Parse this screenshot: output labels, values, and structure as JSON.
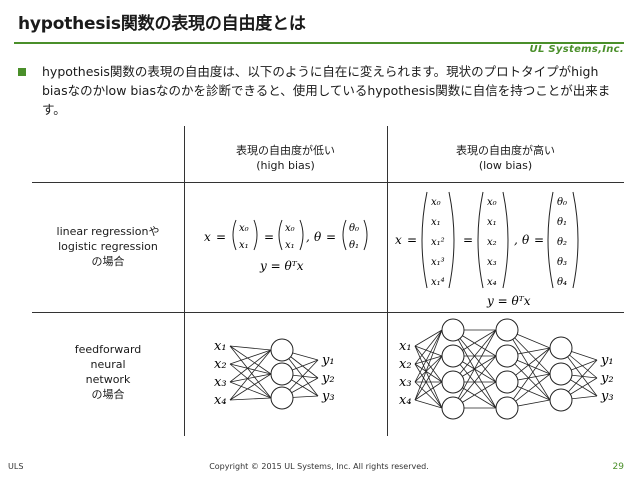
{
  "title": "hypothesis関数の表現の自由度とは",
  "logo": "UL Systems,Inc.",
  "bullet": "hypothesis関数の表現の自由度は、以下のように自在に変えられます。現状のプロトタイプがhigh biasなのかlow biasなのかを診断できると、使用しているhypothesis関数に自信を持つことが出来ます。",
  "table": {
    "col_low": [
      "表現の自由度が低い",
      "(high bias)"
    ],
    "col_high": [
      "表現の自由度が高い",
      "(low bias)"
    ],
    "row1": [
      "linear regressionや",
      "logistic regression",
      "の場合"
    ],
    "row2": [
      "feedforward",
      "neural",
      "network",
      "の場合"
    ]
  },
  "math": {
    "x": "x",
    "y": "y",
    "theta": "θ",
    "eq": "=",
    "comma": ",",
    "lin_low_x": [
      "x₀",
      "x₁"
    ],
    "lin_low_theta": [
      "θ₀",
      "θ₁"
    ],
    "lin_high_x_poly": [
      "x₀",
      "x₁",
      "x₁²",
      "x₁³",
      "x₁⁴"
    ],
    "lin_high_x": [
      "x₀",
      "x₁",
      "x₂",
      "x₃",
      "x₄"
    ],
    "lin_high_theta": [
      "θ₀",
      "θ₁",
      "θ₂",
      "θ₃",
      "θ₄"
    ],
    "hyp": "y = θᵀx",
    "nn_inputs": [
      "x₁",
      "x₂",
      "x₃",
      "x₄"
    ],
    "nn_outputs": [
      "y₁",
      "y₂",
      "y₃"
    ]
  },
  "footer": {
    "left": "ULS",
    "center": "Copyright © 2015 UL Systems, Inc.  All rights reserved.",
    "page": "29"
  },
  "colors": {
    "accent": "#4a8f2a"
  }
}
